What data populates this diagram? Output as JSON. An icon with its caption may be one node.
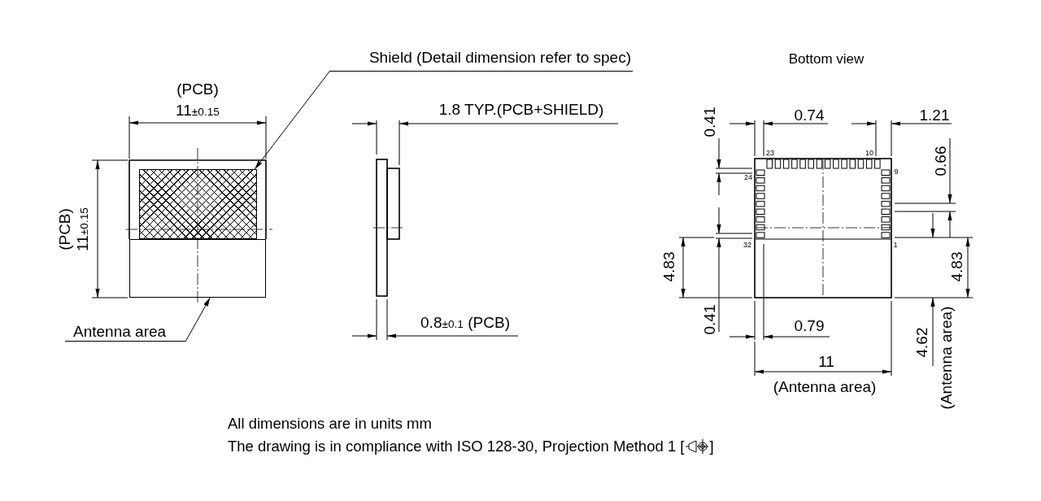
{
  "diagram": {
    "nodes": [
      {
        "text": [
          "Shield (Detail dimension refer to spec)"
        ]
      },
      {
        "text": [],
        "shape": "box"
      },
      {
        "text": [
          "Antenna area"
        ]
      },
      {
        "text": [],
        "shape": "box"
      }
    ],
    "edges": [
      {
        "from": 0,
        "to": 1,
        "arrow": "to"
      },
      {
        "from": 2,
        "to": 3,
        "arrow": "to"
      }
    ],
    "labels": [
      "Bottom view",
      "(PCB)",
      "11$_{±0.15}$",
      "1.8 TYP.(PCB+SHIELD)",
      "0.41",
      "0.74",
      "1.21",
      "23",
      "10",
      "0.66",
      "9",
      "24",
      "(PCB)",
      "11$_{±0.15}$",
      "32",
      "1",
      "4.83",
      "4.83",
      "0.8$_{±0.1}$ (PCB)",
      "0.41",
      "0.79",
      "4.62",
      "(Antenna area)",
      "11",
      "(Antenna area)",
      "All dimensions are in units mm",
      "The drawing is in compliance with ISO 128-30, Projection Method 1 [",
      "]"
    ]
  }
}
